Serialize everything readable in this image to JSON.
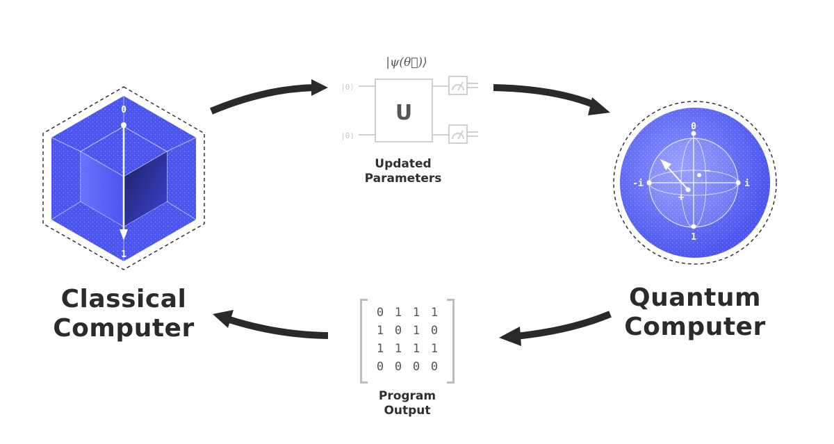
{
  "classical": {
    "label_line1": "Classical",
    "label_line2": "Computer",
    "state_top": "0",
    "state_bottom": "1"
  },
  "quantum": {
    "label_line1": "Quantum",
    "label_line2": "Computer",
    "state_top": "0",
    "state_bottom": "1",
    "state_left": "-i",
    "state_right": "i",
    "state_plus": "+",
    "state_minus": "−"
  },
  "circuit": {
    "title": "|ψ(θ⃗)⟩",
    "ket_top": "|0⟩",
    "ket_bottom": "|0⟩",
    "gate_label": "U",
    "caption_line1": "Updated",
    "caption_line2": "Parameters"
  },
  "output": {
    "caption_line1": "Program",
    "caption_line2": "Output",
    "matrix": [
      [
        "0",
        "1",
        "1",
        "1"
      ],
      [
        "1",
        "0",
        "1",
        "0"
      ],
      [
        "1",
        "1",
        "1",
        "1"
      ],
      [
        "0",
        "0",
        "0",
        "0"
      ]
    ]
  },
  "colors": {
    "blue": "#4a55f0",
    "dark_blue": "#1d1f5c",
    "arrow": "#2a2a2a",
    "circuit_gray": "#c9c9c9"
  }
}
